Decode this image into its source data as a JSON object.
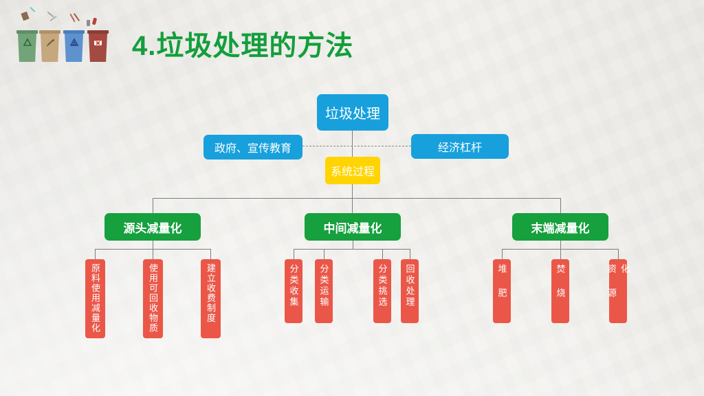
{
  "slide": {
    "title": "4.垃圾处理的方法"
  },
  "bins": {
    "items": [
      {
        "icon": "recycle-icon",
        "body_color": "#73a379",
        "lid_color": "#5e8f67"
      },
      {
        "icon": "food-waste-icon",
        "body_color": "#c7a77d",
        "lid_color": "#b29066"
      },
      {
        "icon": "recyclable-triangle-icon",
        "body_color": "#5d92cf",
        "lid_color": "#4a7fbd"
      },
      {
        "icon": "hazardous-waste-icon",
        "body_color": "#a34a41",
        "lid_color": "#8d3d36"
      }
    ]
  },
  "chart": {
    "root": "垃圾处理",
    "left_factor": "政府、宣传教育",
    "right_factor": "经济杠杆",
    "process": "系统过程",
    "stages": [
      {
        "label": "源头减量化",
        "children": [
          "原料使用减量化",
          "使用可回收物质",
          "建立收费制度"
        ]
      },
      {
        "label": "中间减量化",
        "children": [
          "分类收集",
          "分类运输",
          "分类挑选",
          "回收处理"
        ]
      },
      {
        "label": "末端减量化",
        "children": [
          "堆肥",
          "焚烧",
          "资源化"
        ]
      }
    ]
  },
  "colors": {
    "node_blue": "#18a0dc",
    "node_yellow": "#ffd400",
    "node_green": "#16a03e",
    "node_red": "#ea5748",
    "title_green": "#149e3c",
    "connector_gray": "#7d7d7d"
  }
}
